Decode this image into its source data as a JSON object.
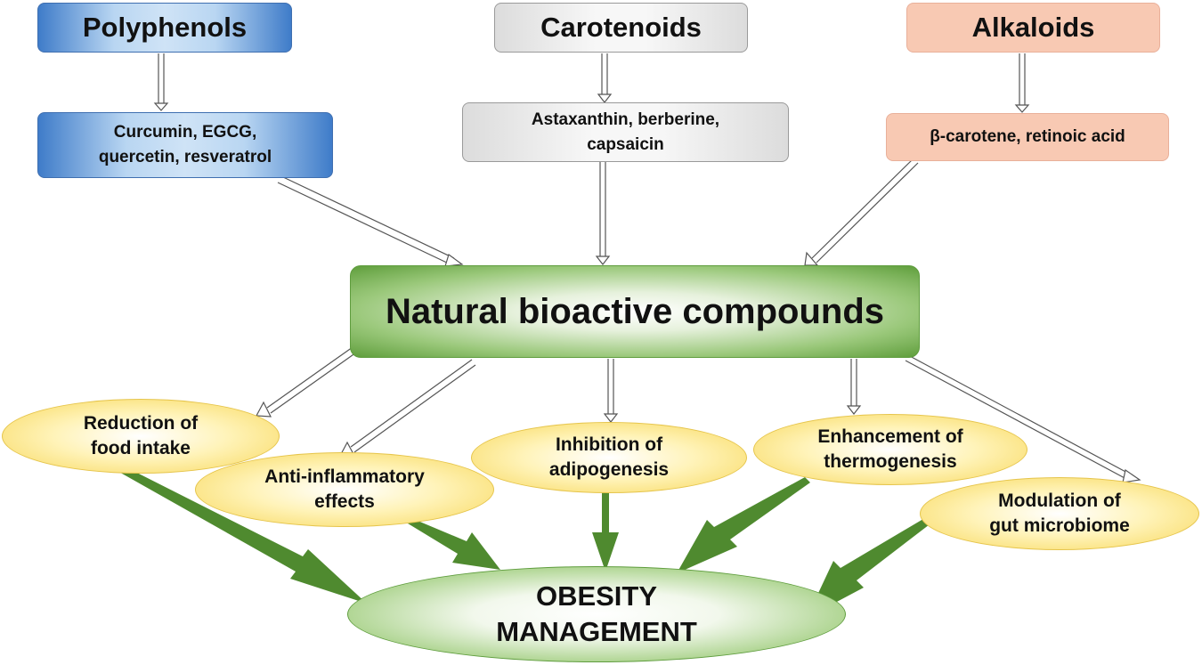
{
  "categories": {
    "polyphenols": "Polyphenols",
    "carotenoids": "Carotenoids",
    "alkaloids": "Alkaloids"
  },
  "examples": {
    "polyphenols": [
      "Curcumin, EGCG,",
      "quercetin, resveratrol"
    ],
    "carotenoids": [
      "Astaxanthin, berberine,",
      "capsaicin"
    ],
    "alkaloids": "β-carotene, retinoic acid"
  },
  "center": "Natural bioactive compounds",
  "effects": {
    "food_intake": [
      "Reduction of",
      "food intake"
    ],
    "anti_inflammatory": [
      "Anti-inflammatory",
      "effects"
    ],
    "adipogenesis": [
      "Inhibition of",
      "adipogenesis"
    ],
    "thermogenesis": [
      "Enhancement of",
      "thermogenesis"
    ],
    "gut_microbiome": [
      "Modulation of",
      "gut microbiome"
    ]
  },
  "outcome": [
    "OBESITY",
    "MANAGEMENT"
  ],
  "colors": {
    "blue_edge": "#3f7cc9",
    "gray_edge": "#dcdcdc",
    "peach": "#f8c9b3",
    "green": "#5f9e3c",
    "yellow": "#f7d75a",
    "arrow_green": "#4f8a2f"
  }
}
